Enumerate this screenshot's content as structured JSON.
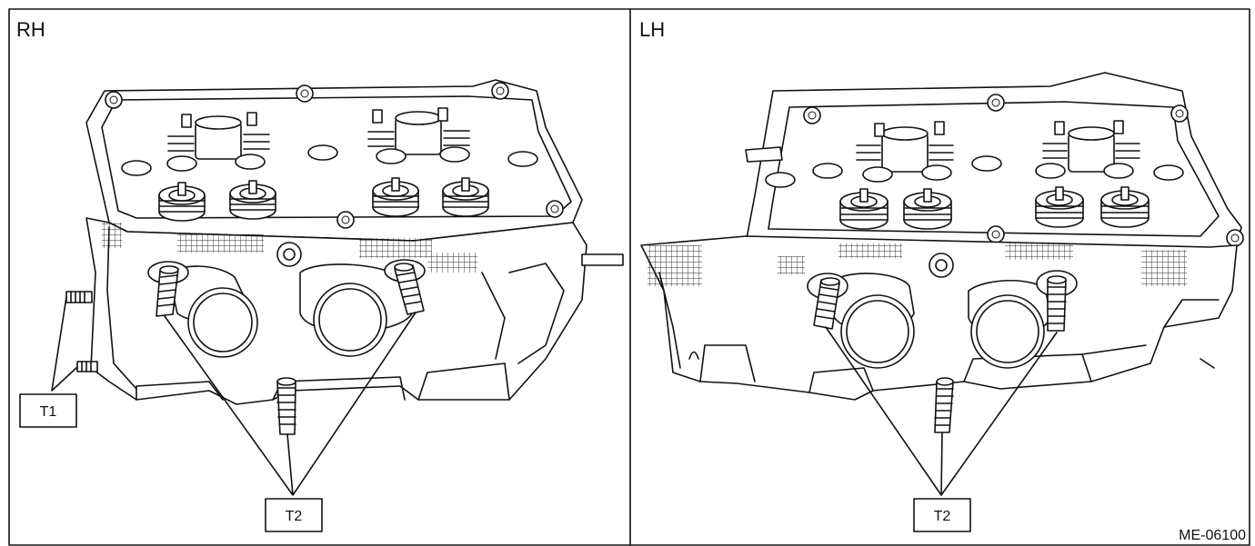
{
  "figure": {
    "panels": [
      {
        "id": "rh",
        "title": "RH",
        "callouts": [
          "T1",
          "T2"
        ]
      },
      {
        "id": "lh",
        "title": "LH",
        "callouts": [
          "T2"
        ]
      }
    ],
    "figure_id": "ME-06100"
  }
}
